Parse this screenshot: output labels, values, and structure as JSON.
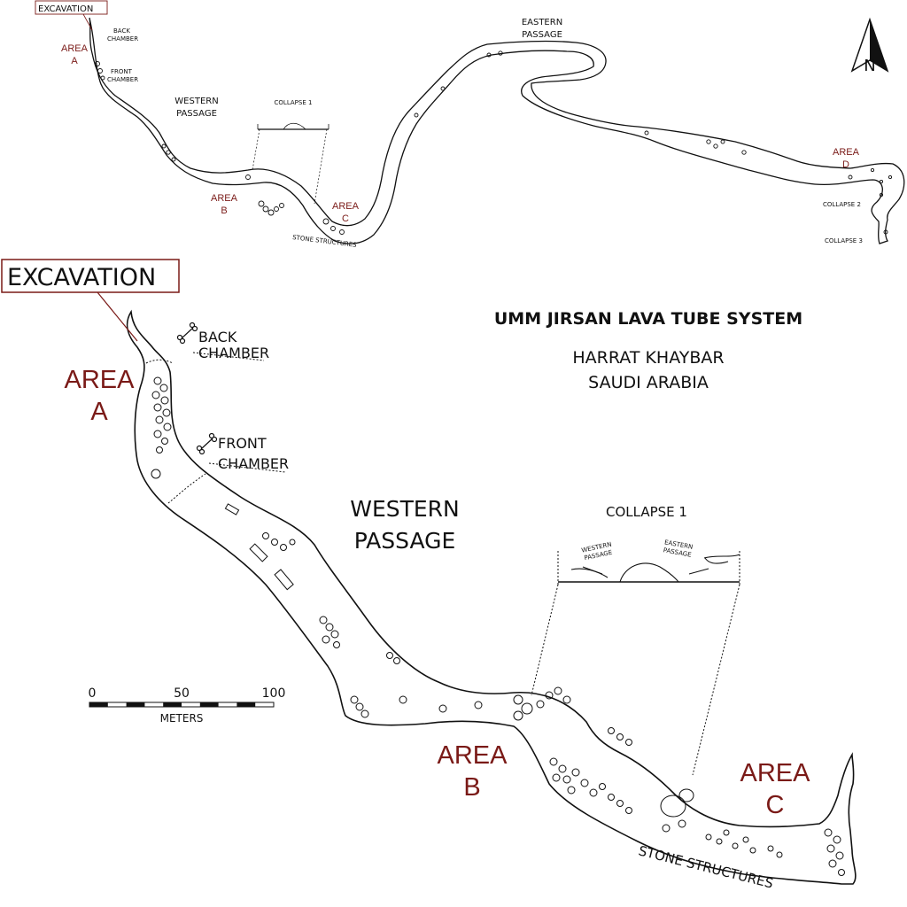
{
  "overview": {
    "excavation": "EXCAVATION",
    "area_a_1": "AREA",
    "area_a_2": "A",
    "back_chamber_1": "BACK",
    "back_chamber_2": "CHAMBER",
    "front_chamber_1": "FRONT",
    "front_chamber_2": "CHAMBER",
    "western_passage_1": "WESTERN",
    "western_passage_2": "PASSAGE",
    "collapse_1": "COLLAPSE 1",
    "area_b_1": "AREA",
    "area_b_2": "B",
    "area_c_1": "AREA",
    "area_c_2": "C",
    "stone_structures": "STONE STRUCTURES",
    "eastern_passage_1": "EASTERN",
    "eastern_passage_2": "PASSAGE",
    "area_d_1": "AREA",
    "area_d_2": "D",
    "collapse_2": "COLLAPSE 2",
    "collapse_3": "COLLAPSE 3",
    "north": "N"
  },
  "title": {
    "main": "UMM JIRSAN LAVA TUBE SYSTEM",
    "line1": "HARRAT KHAYBAR",
    "line2": "SAUDI ARABIA"
  },
  "detail": {
    "excavation": "EXCAVATION",
    "area_a_1": "AREA",
    "area_a_2": "A",
    "back_chamber_1": "BACK",
    "back_chamber_2": "CHAMBER",
    "front_chamber_1": "FRONT",
    "front_chamber_2": "CHAMBER",
    "western_passage_1": "WESTERN",
    "western_passage_2": "PASSAGE",
    "collapse_1": "COLLAPSE 1",
    "profile_western_1": "WESTERN",
    "profile_western_2": "PASSAGE",
    "profile_eastern_1": "EASTERN",
    "profile_eastern_2": "PASSAGE",
    "area_b_1": "AREA",
    "area_b_2": "B",
    "area_c_1": "AREA",
    "area_c_2": "C",
    "stone_structures": "STONE STRUCTURES"
  },
  "scale": {
    "tick_0": "0",
    "tick_50": "50",
    "tick_100": "100",
    "unit": "METERS"
  },
  "colors": {
    "area": "#7a1a17",
    "ink": "#111111"
  }
}
